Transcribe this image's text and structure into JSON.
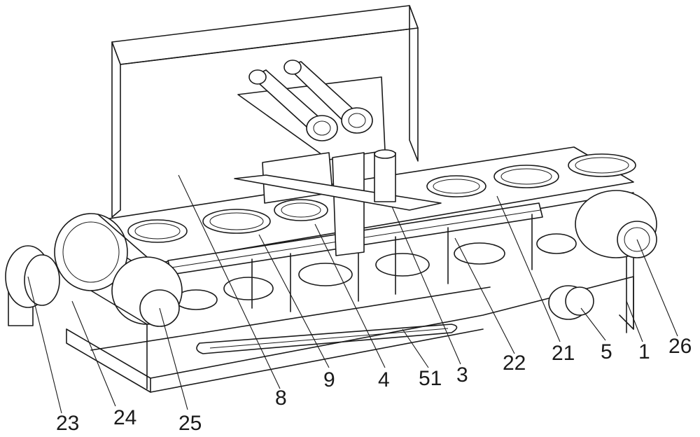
{
  "figure": {
    "labels": {
      "l23": "23",
      "l24": "24",
      "l25": "25",
      "l8": "8",
      "l9": "9",
      "l4": "4",
      "l51": "51",
      "l3": "3",
      "l22": "22",
      "l21": "21",
      "l5": "5",
      "l1": "1",
      "l26": "26"
    }
  }
}
